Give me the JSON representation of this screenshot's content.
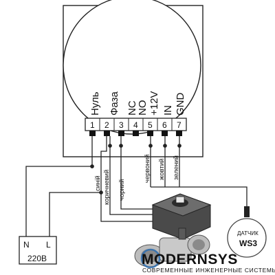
{
  "terminal_labels": [
    "Нуль",
    "Фаза",
    "NC",
    "NO",
    "+12V",
    "IN",
    "GND"
  ],
  "terminal_numbers": [
    "1",
    "2",
    "3",
    "4",
    "5",
    "6",
    "7"
  ],
  "wire_labels": {
    "blue": "синій",
    "brown": "коричневий",
    "black": "чорний",
    "red": "червоний",
    "yellow": "жовтий",
    "green": "зелений"
  },
  "power_block": {
    "n_label": "N",
    "l_label": "L",
    "voltage": "220В"
  },
  "sensor": {
    "title": "ДАТЧИК",
    "model": "WS3"
  },
  "watermark": {
    "brand": "MODERNSYS",
    "tagline": "СОВРЕМЕННЫЕ ИНЖЕНЕРНЫЕ СИСТЕМЫ",
    "logo_color": "#2d6fb3"
  }
}
